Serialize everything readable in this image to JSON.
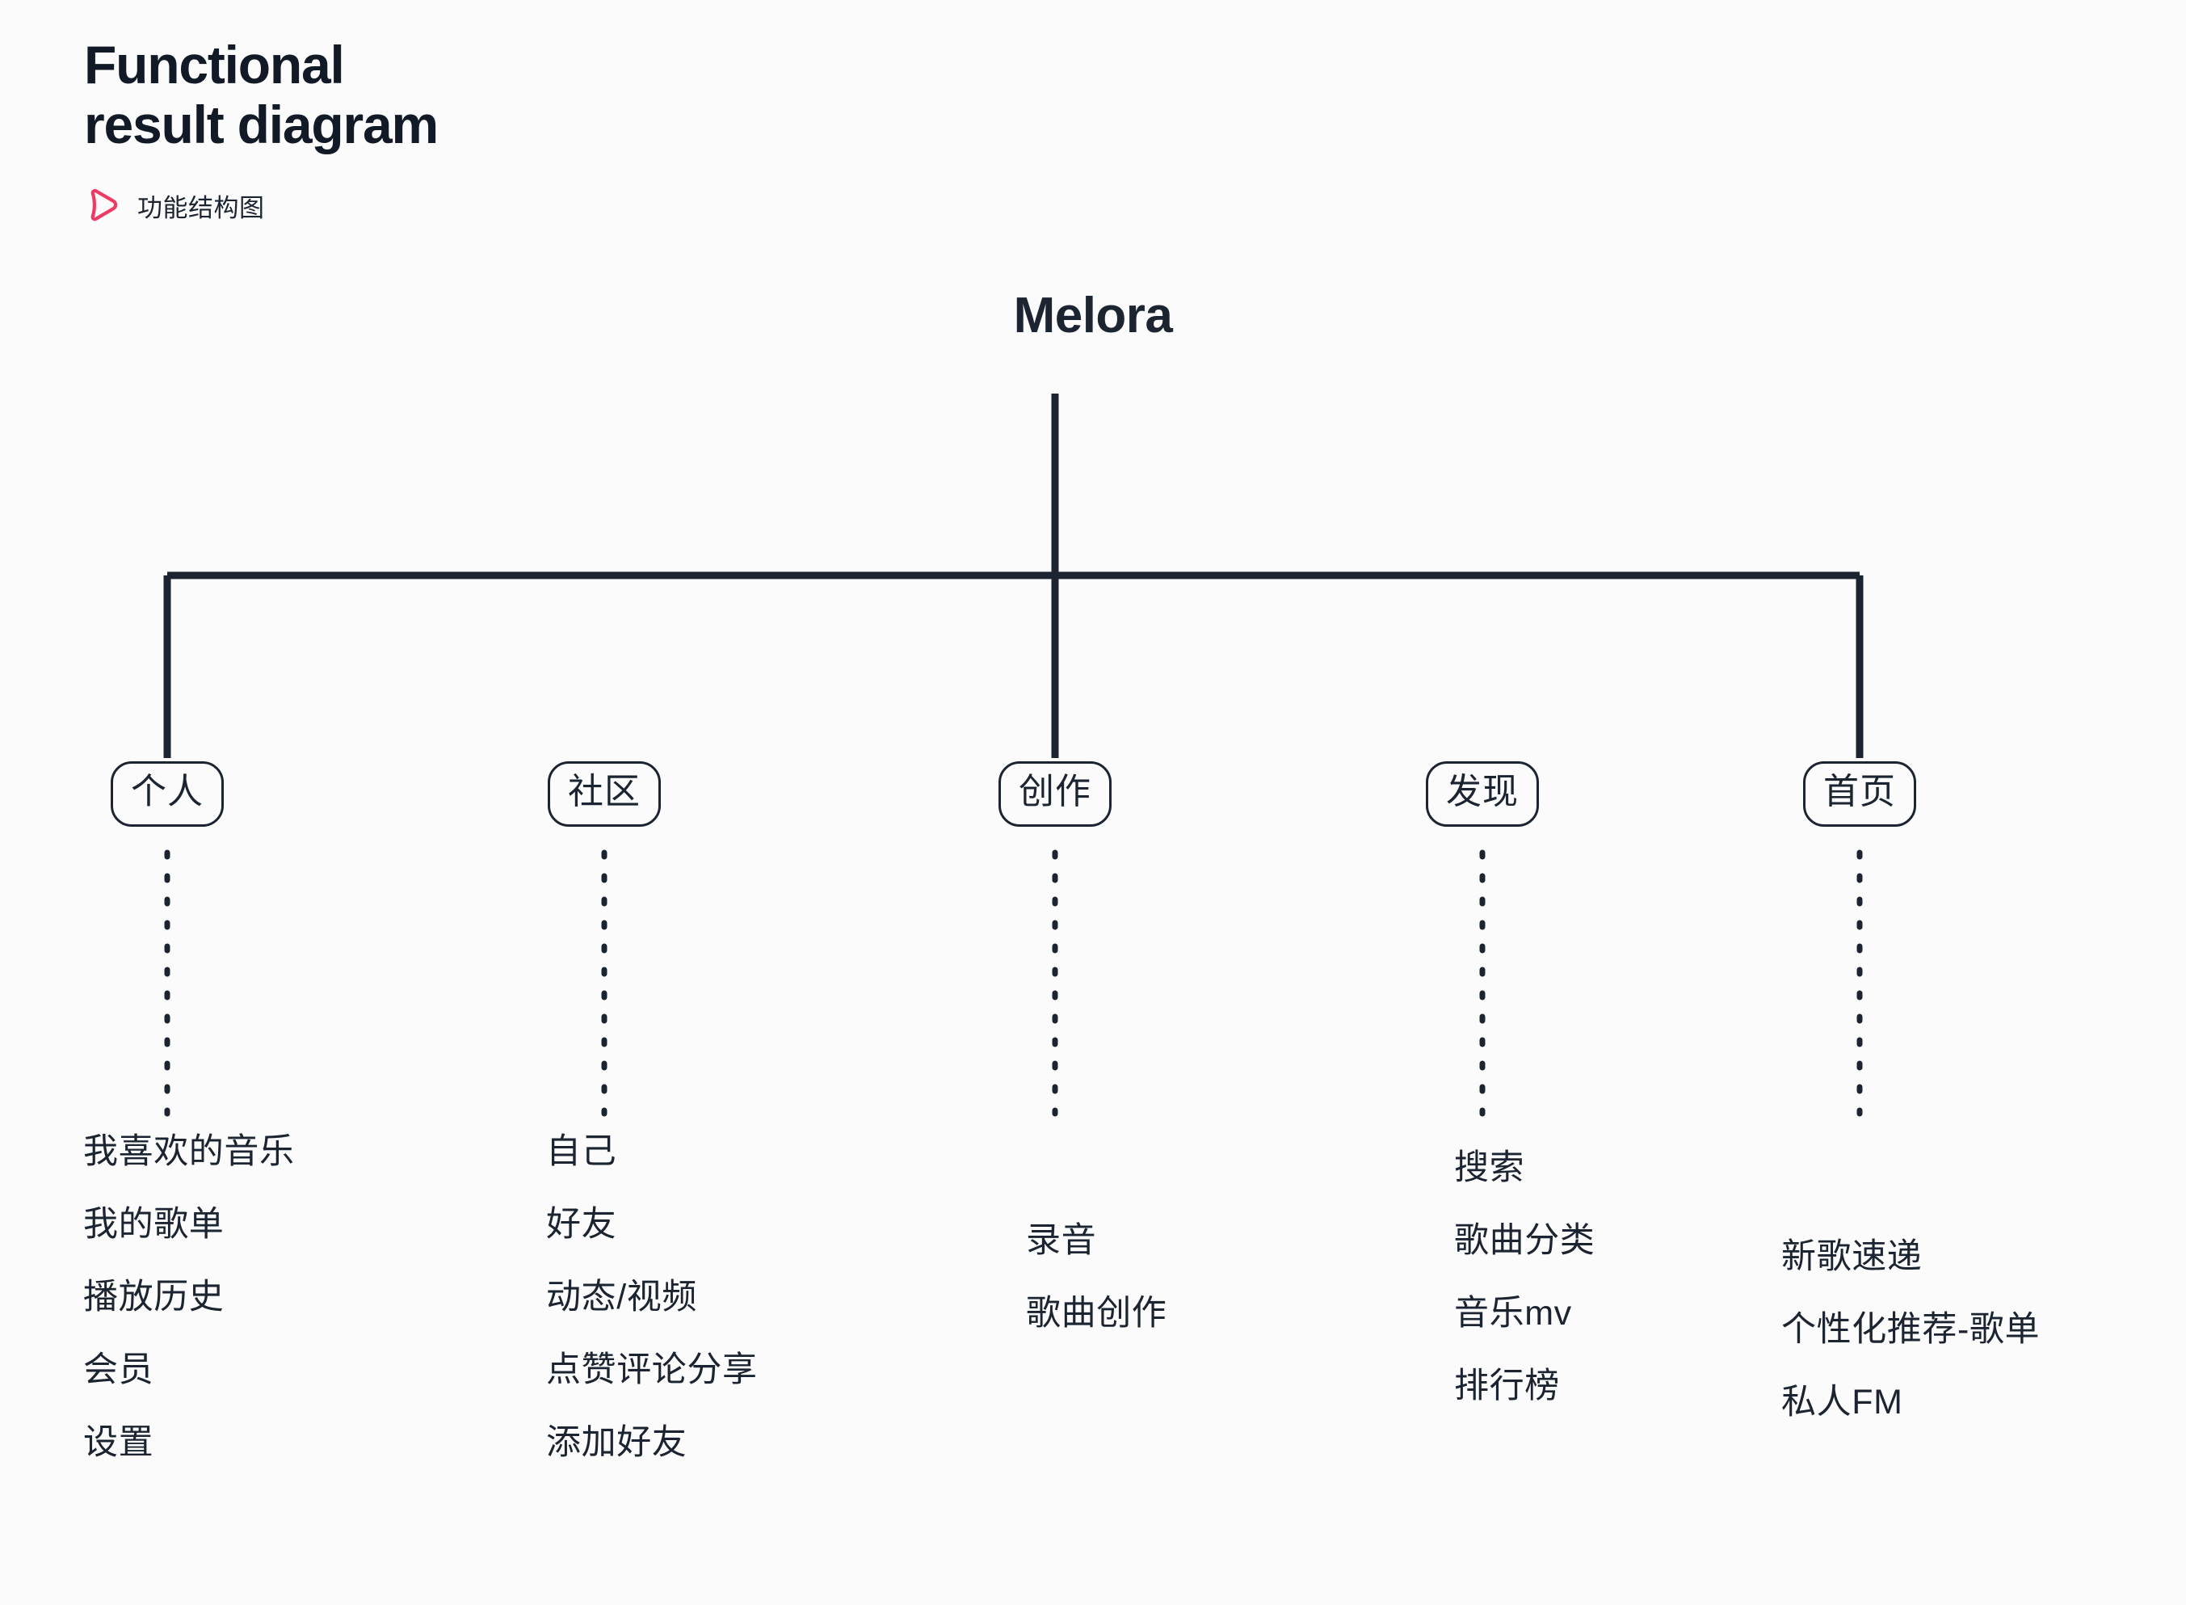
{
  "header": {
    "title": "Functional\nresult diagram",
    "subtitle": "功能结构图",
    "icon": "play-triangle-outline-icon",
    "accent_color": "#ef3a64"
  },
  "colors": {
    "background": "#fbfbfb",
    "ink": "#1b2430",
    "accent": "#ef3a64"
  },
  "diagram": {
    "root": {
      "label": "Melora"
    },
    "branches": [
      {
        "label": "个人",
        "has_trunk_connector": true,
        "leaves": [
          "我喜欢的音乐",
          "我的歌单",
          "播放历史",
          "会员",
          "设置"
        ]
      },
      {
        "label": "社区",
        "has_trunk_connector": false,
        "leaves": [
          "自己",
          "好友",
          "动态/视频",
          "点赞评论分享",
          "添加好友"
        ]
      },
      {
        "label": "创作",
        "has_trunk_connector": true,
        "leaves": [
          "录音",
          "歌曲创作"
        ]
      },
      {
        "label": "发现",
        "has_trunk_connector": false,
        "leaves": [
          "搜索",
          "歌曲分类",
          "音乐mv",
          "排行榜"
        ]
      },
      {
        "label": "首页",
        "has_trunk_connector": true,
        "leaves": [
          "新歌速递",
          "个性化推荐-歌单",
          "私人FM"
        ]
      }
    ]
  }
}
